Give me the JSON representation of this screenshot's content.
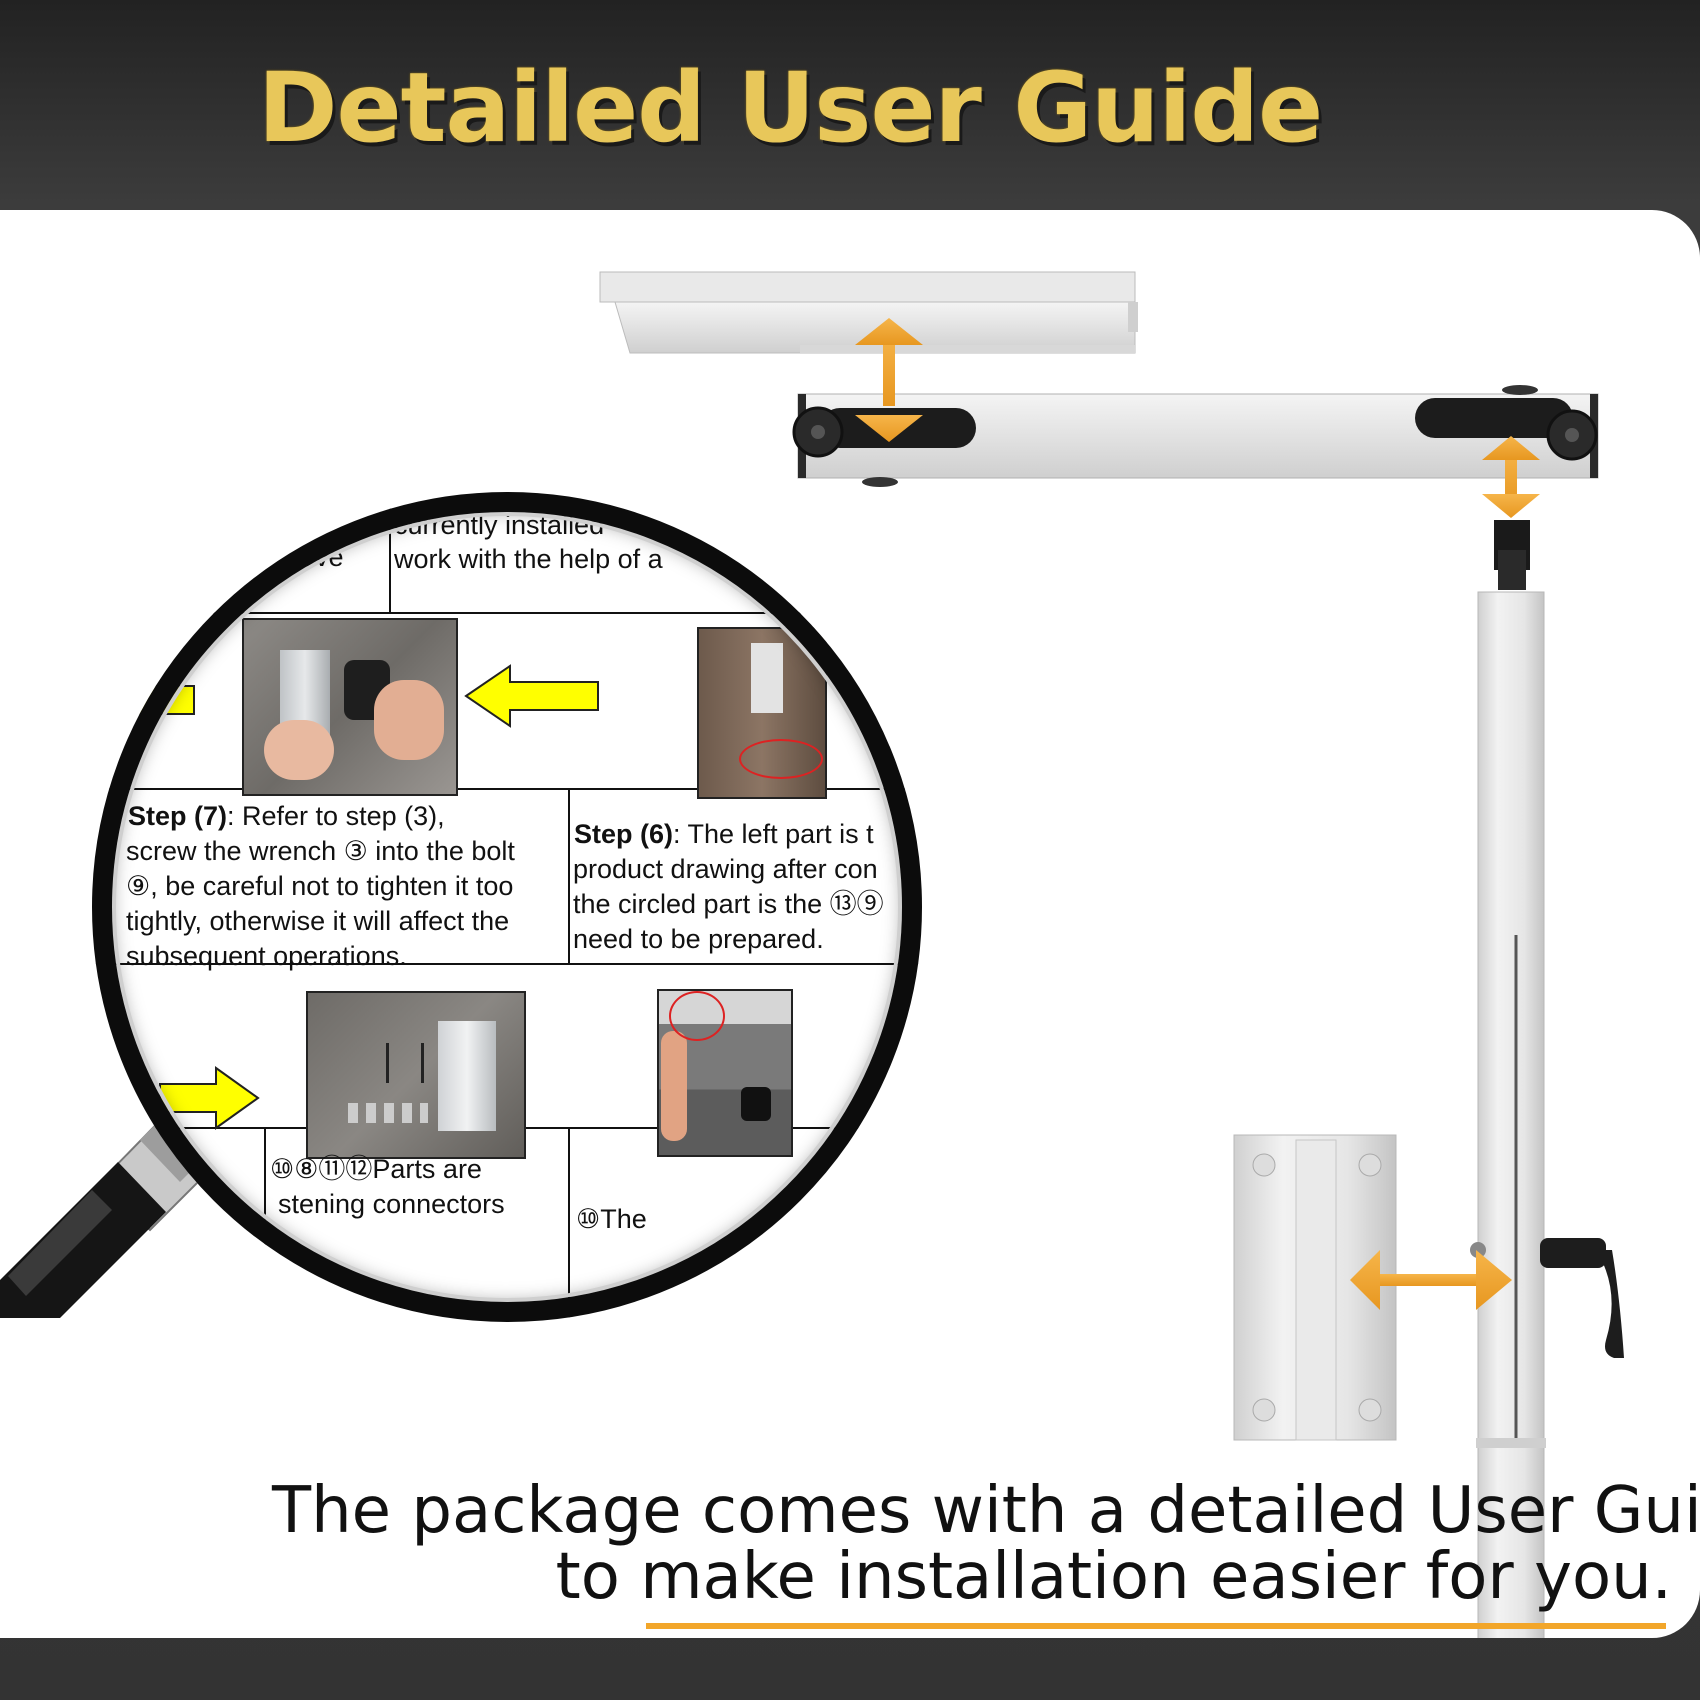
{
  "headline": "Detailed User Guide",
  "caption": {
    "line1": "The package comes with a detailed User Guide",
    "line2": "to make installation easier for you."
  },
  "manual": {
    "top_left_fragment": "ove",
    "top_right_line1": "currently installed",
    "top_right_line2": "work with the help of a",
    "step7_label": "Step (7)",
    "step7_line1": ":  Refer to step (3),",
    "step7_line2": "screw the wrench ③ into the bolt",
    "step7_line3": "⑨, be careful not to tighten it too",
    "step7_line4": "tightly, otherwise it will affect the",
    "step7_line5": "subsequent operations.",
    "step6_label": "Step (6)",
    "step6_line1": ": The left part is t",
    "step6_line2": "product drawing after con",
    "step6_line3": "the circled part is the ⑬⑨",
    "step6_line4": "need to be prepared.",
    "parts_line1": "⑩⑧⑪⑫Parts are",
    "parts_line2": "stening connectors",
    "parts_right": "⑩The"
  },
  "colors": {
    "accent_gold": "#e8c75a",
    "arrow_orange": "#f2a62a",
    "manual_arrow_yellow": "#ffff00",
    "panel_background": "#ffffff"
  }
}
